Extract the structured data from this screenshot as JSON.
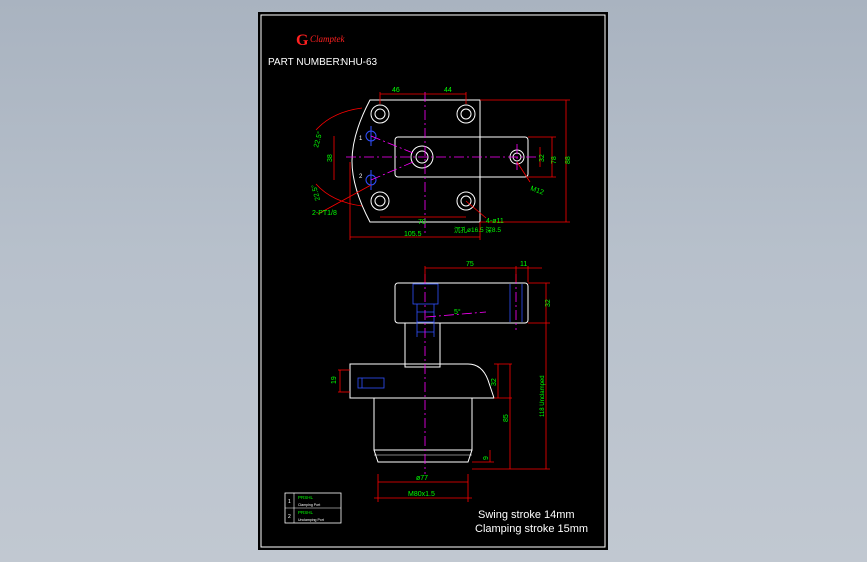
{
  "brand": {
    "logo_letter": "G",
    "logo_word": "Clamptek"
  },
  "part_number_label": "PART NUMBER:",
  "part_number": "NHU-63",
  "top_view": {
    "dims": {
      "w46": "46",
      "w44": "44",
      "h88": "88",
      "h78": "78",
      "h32": "32",
      "w70": "70",
      "w105": "105.5",
      "r22": "22.5°",
      "r22b": "22.5°",
      "d38": "38",
      "m12": "M12"
    },
    "holes_note_1": "4-ø11",
    "holes_note_2": "沉孔ø16.5 深8.5",
    "port_note": "2-PT1/8",
    "port_1": "1",
    "port_2": "2"
  },
  "side_view": {
    "dims": {
      "w75": "75",
      "w11": "11",
      "h32": "32",
      "angle": "5°",
      "h19": "19",
      "h32b": "32",
      "h85": "85",
      "h118": "118 Unclamped",
      "h9": "9",
      "d77": "ø77",
      "thread": "M80x1.5"
    }
  },
  "legend": {
    "rows": [
      {
        "num": "1",
        "title": "PRSHL",
        "sub": "Clamping Port"
      },
      {
        "num": "2",
        "title": "PRSHL",
        "sub": "Unclamping Port"
      }
    ]
  },
  "notes": {
    "swing": "Swing stroke 14mm",
    "clamp": "Clamping stroke 15mm"
  },
  "colors": {
    "outline": "#ffffff",
    "dimension": "#ff0000",
    "dim_text": "#00ff00",
    "centerline": "#ff00ff",
    "hidden": "#3050ff",
    "brand": "#ff2020"
  }
}
